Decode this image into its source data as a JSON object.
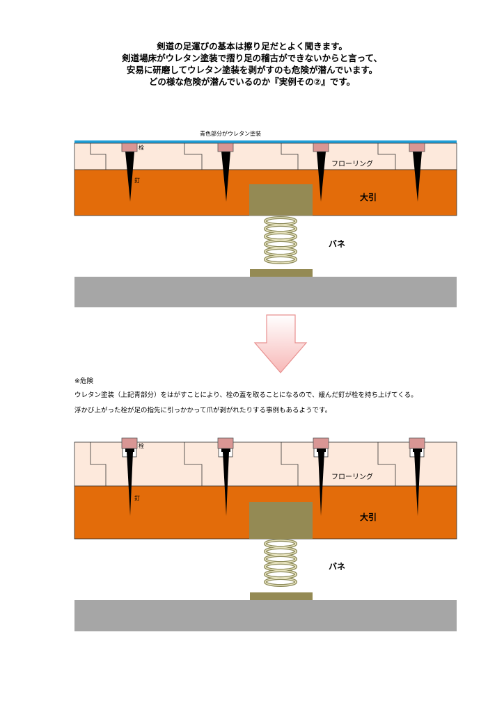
{
  "intro": {
    "lines": [
      "剣道の足運びの基本は擦り足だとよく聞きます。",
      "剣道場床がウレタン塗装で摺り足の稽古ができないからと言って、",
      "安易に研磨してウレタン塗装を剥がすのも危険が潜んでいます。",
      "どの様な危険が潜んでいるのか『実例その②』です。"
    ]
  },
  "diagram_top": {
    "coating_label": "青色部分がウレタン塗装",
    "plug_label": "栓",
    "nail_label": "釘",
    "flooring_label": "フローリング",
    "joist_label": "大引",
    "spring_label": "バネ"
  },
  "danger": {
    "heading": "※危険",
    "line1": "ウレタン塗装（上記青部分）をはがすことにより、栓の蓋を取ることになるので、緩んだ釘が栓を持ち上げてくる。",
    "line2": "浮かび上がった栓が足の指先に引っかかって爪が剥がれたりする事例もあるようです。"
  },
  "diagram_bottom": {
    "plug_label": "栓",
    "nail_label": "釘",
    "flooring_label": "フローリング",
    "joist_label": "大引",
    "spring_label": "バネ"
  },
  "colors": {
    "coating": "#1f9fd8",
    "flooring": "#fde9dc",
    "joist": "#e36c0a",
    "support": "#948a54",
    "ground": "#a6a6a6",
    "plug": "#d99694",
    "arrow_fill": "#f9cece",
    "arrow_stroke": "#e8908f"
  }
}
